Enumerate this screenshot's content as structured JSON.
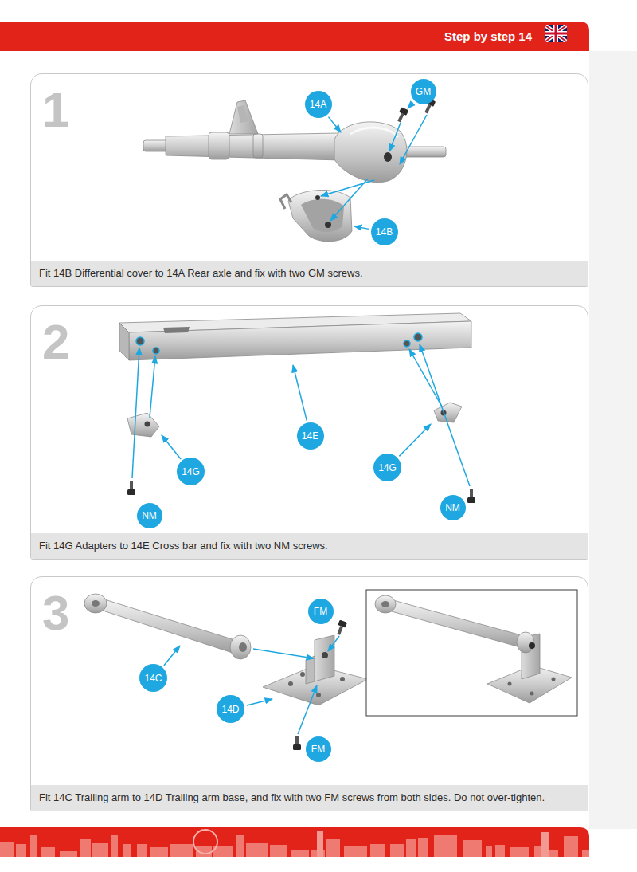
{
  "diagram": {
    "nodes": [
      {
        "text": [
          "Step by step 14"
        ]
      },
      {
        "text": [
          "1",
          "Fit 14B Differential cover to 14A Rear axle and fix with two GM screws."
        ]
      },
      {
        "text": [
          "14A"
        ],
        "in": 1
      },
      {
        "text": [
          "GM"
        ],
        "in": 1
      },
      {
        "text": [
          "14B"
        ],
        "in": 1
      },
      {
        "text": [
          "2",
          "Fit 14G Adapters to 14E Cross bar and fix with two NM screws."
        ]
      },
      {
        "text": [
          "14E"
        ],
        "in": 5
      },
      {
        "text": [
          "14G"
        ],
        "in": 5
      },
      {
        "text": [
          "14G"
        ],
        "in": 5
      },
      {
        "text": [
          "NM"
        ],
        "in": 5
      },
      {
        "text": [
          "NM"
        ],
        "in": 5
      },
      {
        "text": [
          "3",
          "Fit 14C Trailing arm to 14D Trailing arm base, and fix with two FM screws from both sides. Do not over-tighten."
        ]
      },
      {
        "text": [
          "FM"
        ],
        "in": 11
      },
      {
        "text": [
          "14C"
        ],
        "in": 11
      },
      {
        "text": [
          "14D"
        ],
        "in": 11
      },
      {
        "text": [
          "FM"
        ],
        "in": 11
      }
    ]
  }
}
